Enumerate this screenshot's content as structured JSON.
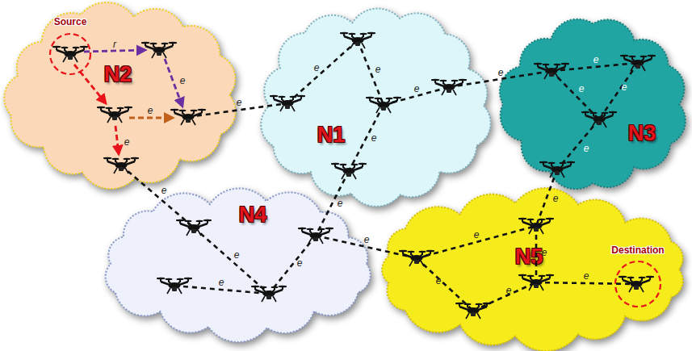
{
  "diagram": {
    "nodes": [
      {
        "text": [
          "N2"
        ]
      },
      {
        "text": [
          "Source"
        ],
        "in": 0
      },
      {
        "text": [
          "N1"
        ]
      },
      {
        "text": [
          "N3"
        ]
      },
      {
        "text": [
          "N4"
        ]
      },
      {
        "text": [
          "N5"
        ]
      },
      {
        "text": [
          "Destination"
        ],
        "in": 5
      }
    ],
    "labels": [
      "r",
      "e",
      "e",
      "e",
      "e",
      "e",
      "e",
      "e",
      "e",
      "e",
      "e",
      "e",
      "e",
      "e",
      "e",
      "e",
      "e",
      "e",
      "e",
      "e",
      "e",
      "e",
      "e",
      "e",
      "e",
      "e"
    ]
  }
}
